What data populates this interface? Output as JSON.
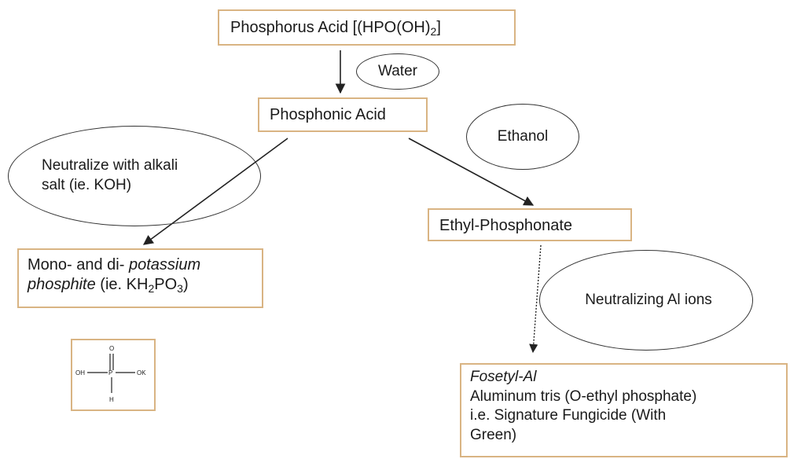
{
  "nodes": {
    "phosphorus_acid": {
      "label": "Phosphorus Acid [(HPO(OH)",
      "sub": "2",
      "end": "]"
    },
    "phosphonic_acid": {
      "label": "Phosphonic Acid"
    },
    "ethyl_phosphonate": {
      "label": "Ethyl-Phosphonate"
    },
    "potassium_phosphite": {
      "line1_a": "Mono- and di- ",
      "line1_b": "potassium",
      "line2_a": "phosphite",
      "line2_b": " (ie. KH",
      "sub1": "2",
      "line2_c": "PO",
      "sub2": "3",
      "line2_d": ")"
    },
    "fosetyl": {
      "name": "Fosetyl-Al",
      "line2": "Aluminum tris (O-ethyl phosphate)",
      "line3": "i.e. Signature Fungicide (With",
      "line4": "Green)"
    }
  },
  "conditions": {
    "water": "Water",
    "ethanol": "Ethanol",
    "neutralize_line1": "Neutralize with alkali",
    "neutralize_line2": "salt (ie. KOH)",
    "neutralizing_al": "Neutralizing Al ions"
  },
  "structure": {
    "o": "O",
    "oh": "OH",
    "p": "P",
    "ok": "OK",
    "h": "H"
  }
}
